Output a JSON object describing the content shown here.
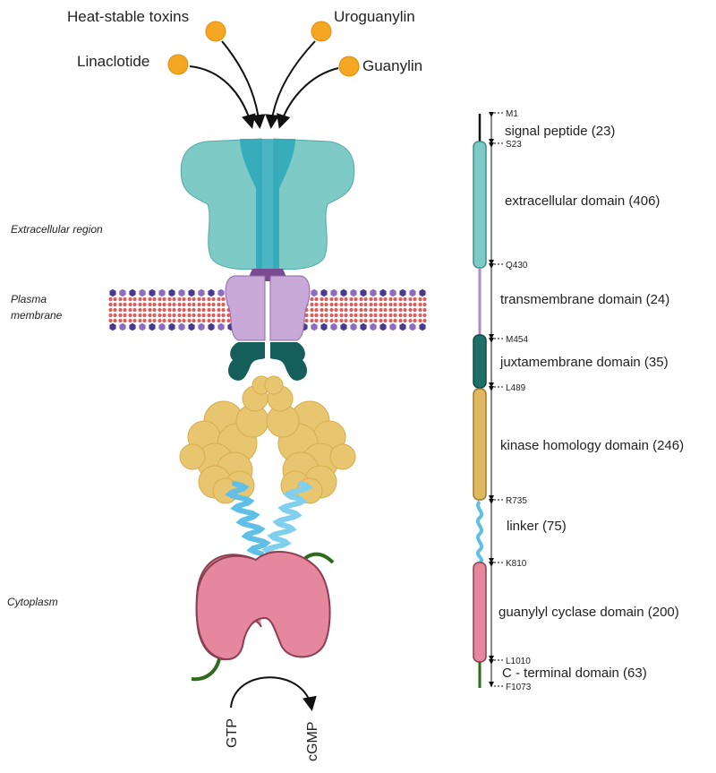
{
  "ligands": [
    {
      "name": "Heat-stable toxins"
    },
    {
      "name": "Uroguanylin"
    },
    {
      "name": "Linaclotide"
    },
    {
      "name": "Guanylin"
    }
  ],
  "regions": {
    "extracellular": "Extracellular region",
    "membrane_line1": "Plasma",
    "membrane_line2": "membrane",
    "cytoplasm": "Cytoplasm"
  },
  "domains": [
    {
      "name": "signal peptide (23)",
      "color": "#111111"
    },
    {
      "name": "extracellular domain (406)",
      "color": "#7ecac6"
    },
    {
      "name": "transmembrane domain (24)",
      "color": "#a98bc9"
    },
    {
      "name": "juxtamembrane domain (35)",
      "color": "#1f6f69"
    },
    {
      "name": "kinase homology domain (246)",
      "color": "#e6c36f"
    },
    {
      "name": "linker (75)",
      "color": "#5fbfe6"
    },
    {
      "name": "guanylyl cyclase domain (200)",
      "color": "#e5879d"
    },
    {
      "name": "C - terminal domain (63)",
      "color": "#2f6b1f"
    }
  ],
  "residues": [
    "M1",
    "S23",
    "Q430",
    "M454",
    "L489",
    "R735",
    "K810",
    "L1010",
    "F1073"
  ],
  "reaction": {
    "substrate": "GTP",
    "product": "cGMP"
  }
}
